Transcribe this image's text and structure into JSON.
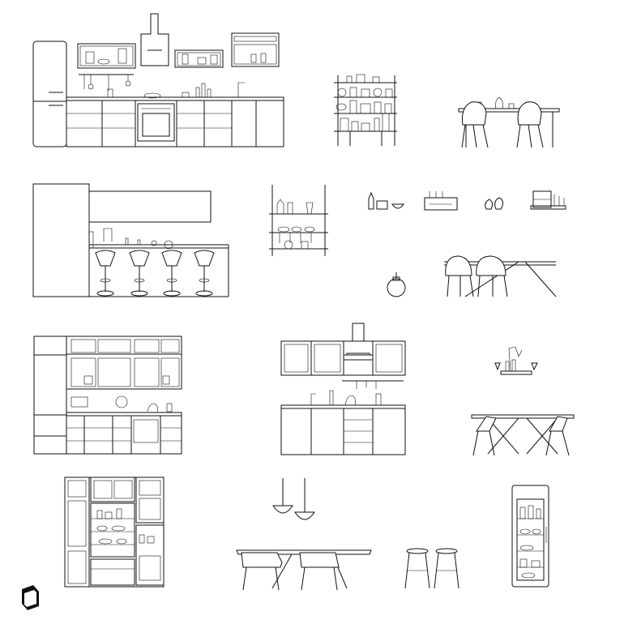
{
  "sheet": {
    "background": "#ffffff",
    "line_color": "#111111",
    "logo_name": "brand-logo-icon",
    "blocks": [
      "kitchen-elevation-fridge-oven",
      "open-shelf-unit",
      "dining-table-shell-chairs",
      "kitchen-island-bar-stools",
      "hanging-rope-shelf",
      "bottles-and-bowl",
      "dish-rack",
      "vases",
      "jars-and-utensils",
      "pendant-globe-lamp",
      "dining-table-tub-chairs",
      "kitchen-elevation-glass-cabinets",
      "kitchen-elevation-hood",
      "wall-shelf-with-glasses",
      "dining-table-cross-legs",
      "pantry-cabinet",
      "pendant-lamps-pair",
      "dining-table-chairs",
      "bar-stools",
      "wine-refrigerator"
    ]
  }
}
